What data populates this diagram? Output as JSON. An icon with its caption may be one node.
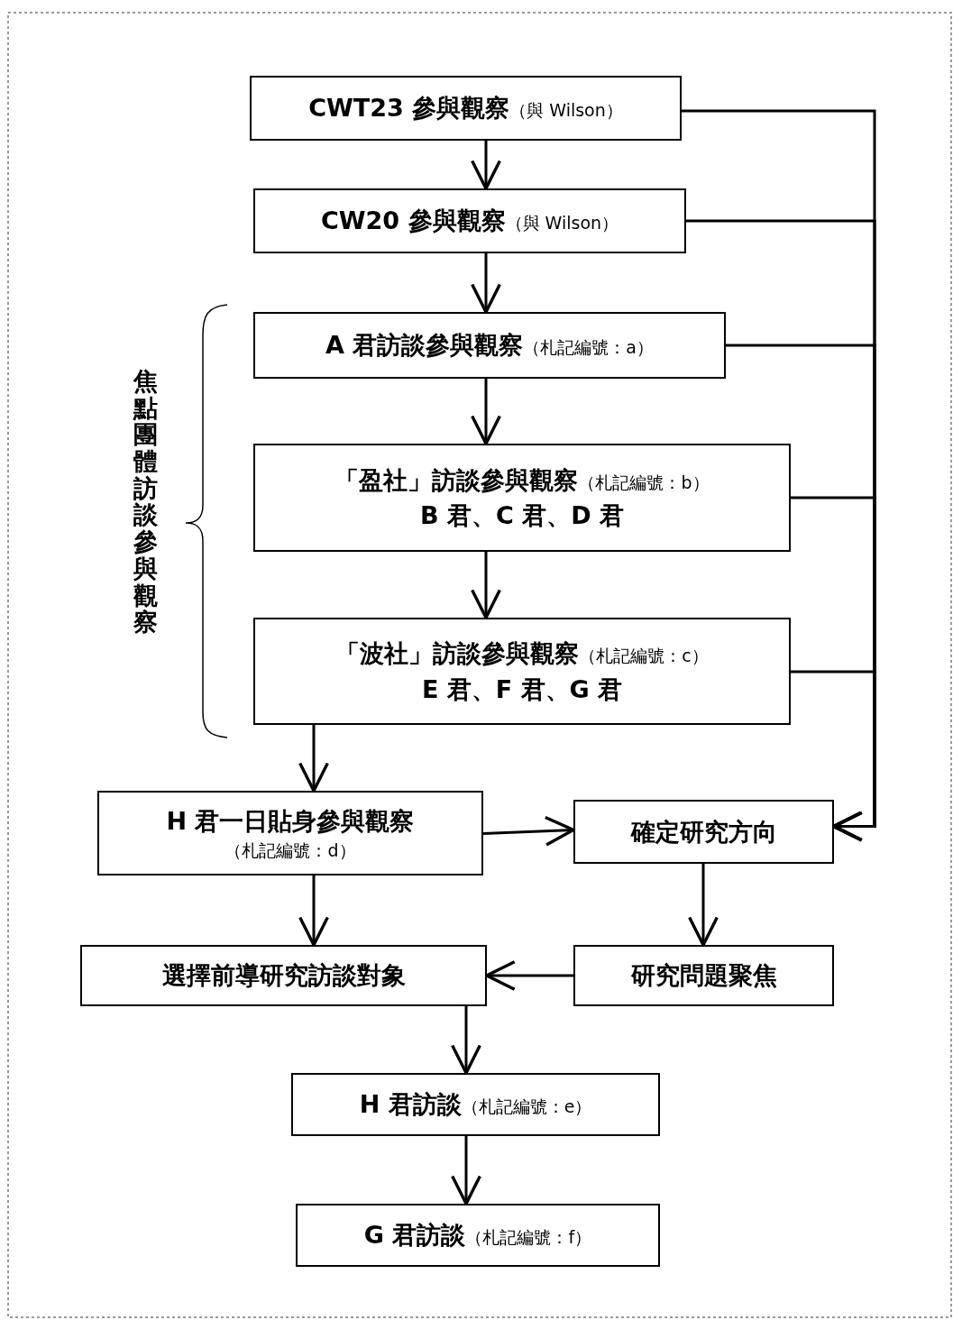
{
  "diagram": {
    "nodes": [
      {
        "text": [
          "**CWT23 參與觀察**（與 Wilson）"
        ]
      },
      {
        "text": [
          "**CW20 參與觀察**（與 Wilson）"
        ]
      },
      {
        "text": [
          "**A 君訪談參與觀察**（札記編號：a）"
        ]
      },
      {
        "text": [
          "**「盈社」訪談參與觀察**（札記編號：b）",
          "B 君、C 君、D 君"
        ]
      },
      {
        "text": [
          "**「波社」訪談參與觀察**（札記編號：c）",
          "E 君、F 君、G 君"
        ]
      },
      {
        "text": [
          "H 君一日貼身參與觀察",
          "（札記編號：d）"
        ]
      },
      {
        "text": [
          "確定研究方向"
        ]
      },
      {
        "text": [
          "選擇前導研究訪談對象"
        ]
      },
      {
        "text": [
          "研究問題聚焦"
        ]
      },
      {
        "text": [
          "**H 君訪談**（札記編號：e）"
        ]
      },
      {
        "text": [
          "**G 君訪談**（札記編號：f）"
        ]
      }
    ],
    "edges": [
      {
        "from": 0,
        "to": 1,
        "arrow": "to"
      },
      {
        "from": 1,
        "to": 2,
        "arrow": "to"
      },
      {
        "from": 2,
        "to": 3,
        "arrow": "to"
      },
      {
        "from": 3,
        "to": 4,
        "arrow": "to"
      },
      {
        "from": 4,
        "to": 5,
        "arrow": "to"
      },
      {
        "from": 5,
        "to": 6,
        "arrow": "to"
      },
      {
        "from": 0,
        "to": 6,
        "arrow": "to"
      },
      {
        "from": 1,
        "to": 6,
        "arrow": "to"
      },
      {
        "from": 2,
        "to": 6,
        "arrow": "to"
      },
      {
        "from": 3,
        "to": 6,
        "arrow": "to"
      },
      {
        "from": 4,
        "to": 6,
        "arrow": "to"
      },
      {
        "from": 6,
        "to": 8,
        "arrow": "to"
      },
      {
        "from": 8,
        "to": 7,
        "arrow": "to"
      },
      {
        "from": 5,
        "to": 7,
        "arrow": "to"
      },
      {
        "from": 7,
        "to": 9,
        "arrow": "to"
      },
      {
        "from": 9,
        "to": 10,
        "arrow": "to"
      }
    ],
    "labels": [
      "焦點團體訪談參與觀察"
    ]
  }
}
